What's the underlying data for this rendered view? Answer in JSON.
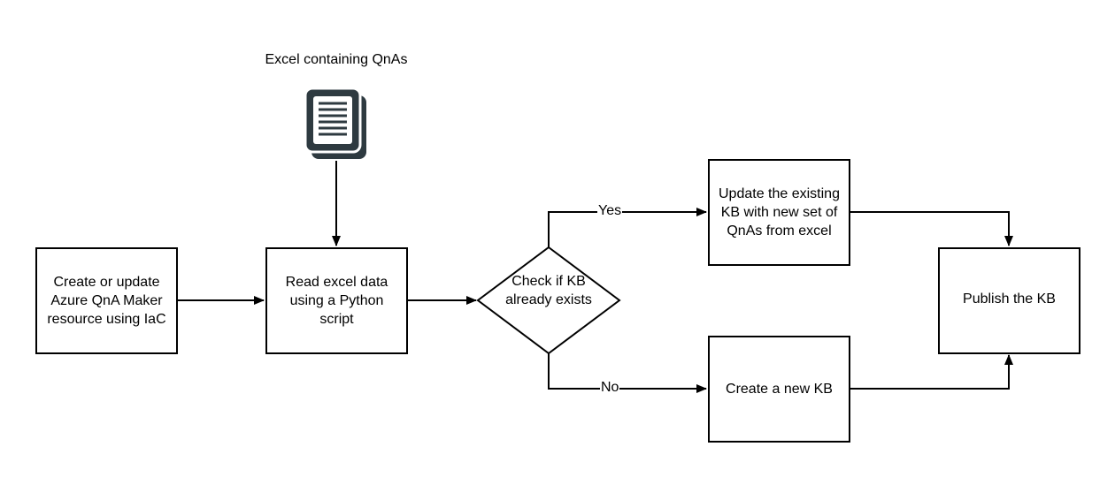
{
  "source_label": "Excel containing QnAs",
  "source_icon": "document-stack-icon",
  "nodes": {
    "create_resource": "Create or update Azure QnA Maker resource using IaC",
    "read_excel": "Read excel data using a Python script",
    "check_kb": "Check if KB already exists",
    "update_kb": "Update the existing KB with new set of QnAs from excel",
    "create_kb": "Create a new KB",
    "publish_kb": "Publish the KB"
  },
  "edges": {
    "yes_label": "Yes",
    "no_label": "No"
  },
  "colors": {
    "icon": "#2e3a40",
    "stroke": "#000000"
  }
}
